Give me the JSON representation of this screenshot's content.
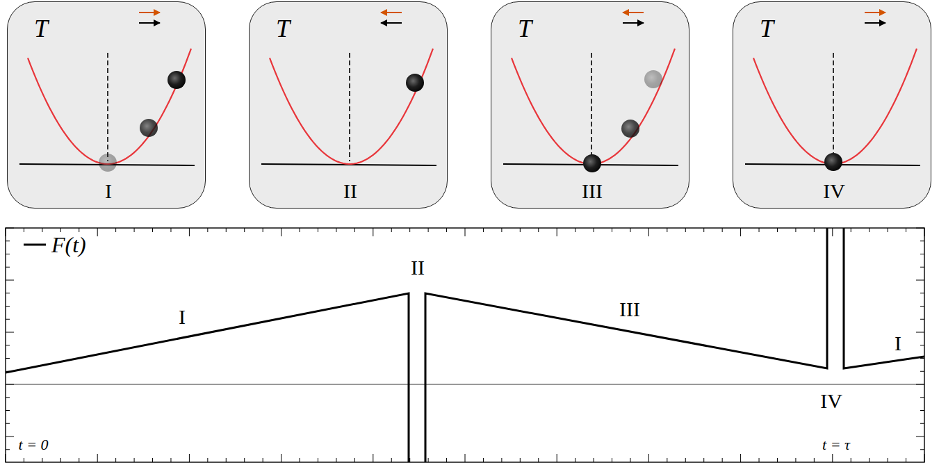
{
  "diagram": {
    "nodes": [
      {
        "text": [
          "T",
          "I"
        ]
      },
      {
        "text": [
          "T",
          "II"
        ]
      },
      {
        "text": [
          "T",
          "III"
        ]
      },
      {
        "text": [
          "T",
          "IV"
        ]
      }
    ],
    "labels": [
      "I",
      "II",
      "III",
      "IV",
      "I",
      "t = 0",
      "t = τ"
    ],
    "legend": [
      {
        "text": "F(t)"
      }
    ]
  }
}
